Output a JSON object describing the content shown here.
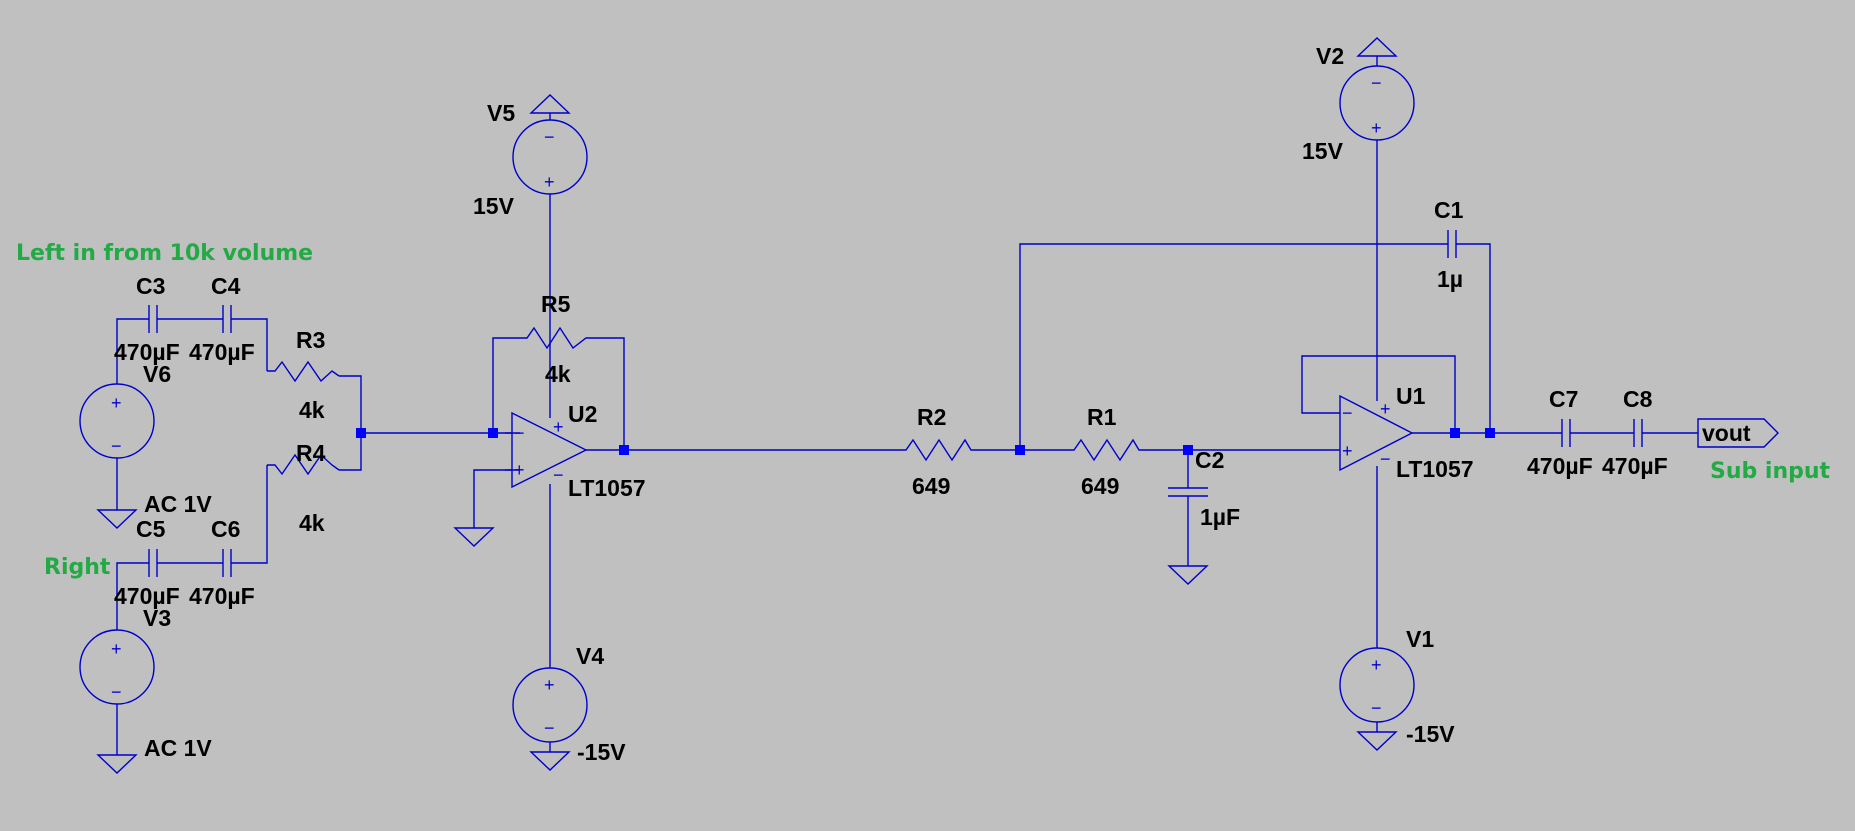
{
  "labels": {
    "v6_name": "V6",
    "v6_value": "AC 1V",
    "v3_name": "V3",
    "v3_value": "AC 1V",
    "v5_name": "V5",
    "v5_value": "15V",
    "v4_name": "V4",
    "v4_value": "-15V",
    "v2_name": "V2",
    "v2_value": "15V",
    "v1_name": "V1",
    "v1_value": "-15V",
    "c3_name": "C3",
    "c3_value": "470µF",
    "c4_name": "C4",
    "c4_value": "470µF",
    "c5_name": "C5",
    "c5_value": "470µF",
    "c6_name": "C6",
    "c6_value": "470µF",
    "c1_name": "C1",
    "c1_value": "1µ",
    "c2_name": "C2",
    "c2_value": "1µF",
    "c7_name": "C7",
    "c7_value": "470µF",
    "c8_name": "C8",
    "c8_value": "470µF",
    "r3_name": "R3",
    "r3_value": "4k",
    "r4_name": "R4",
    "r4_value": "4k",
    "r5_name": "R5",
    "r5_value": "4k",
    "r2_name": "R2",
    "r2_value": "649",
    "r1_name": "R1",
    "r1_value": "649",
    "u2_name": "U2",
    "u2_part": "LT1057",
    "u1_name": "U1",
    "u1_part": "LT1057",
    "out_port": "vout"
  },
  "comments": {
    "left_input": "Left in from 10k volume",
    "right_input": "Right",
    "sub_input": "Sub input"
  },
  "symbols": {
    "plus": "+",
    "minus": "−"
  },
  "colors": {
    "background": "#c0c0c0",
    "wire": "#0000cc",
    "junction": "#0000ff",
    "label": "#000000",
    "comment": "#22aa44"
  }
}
